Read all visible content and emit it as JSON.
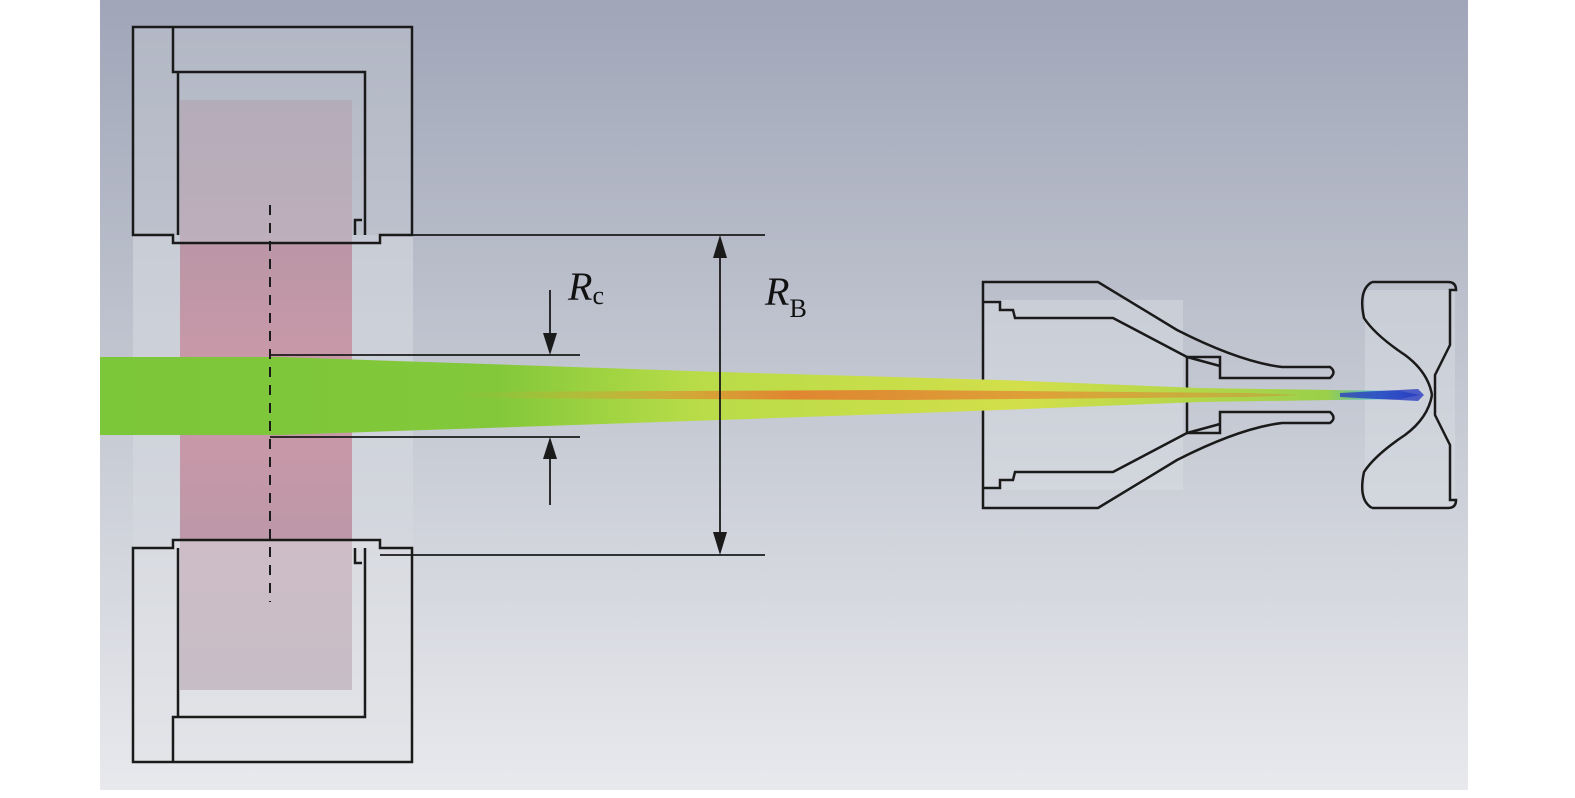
{
  "labels": {
    "rc_main": "R",
    "rc_sub": "c",
    "rb_main": "R",
    "rb_sub": "B"
  },
  "colors": {
    "background_top": "#a0a6b8",
    "background_bottom": "#e8e9ed",
    "beam_green": "#7cc63a",
    "beam_yellow": "#d4e04a",
    "beam_core": "#e8702a",
    "beam_tip": "#2a3fc0",
    "coil": "#c98a9c",
    "outline": "#1a1a1a"
  }
}
